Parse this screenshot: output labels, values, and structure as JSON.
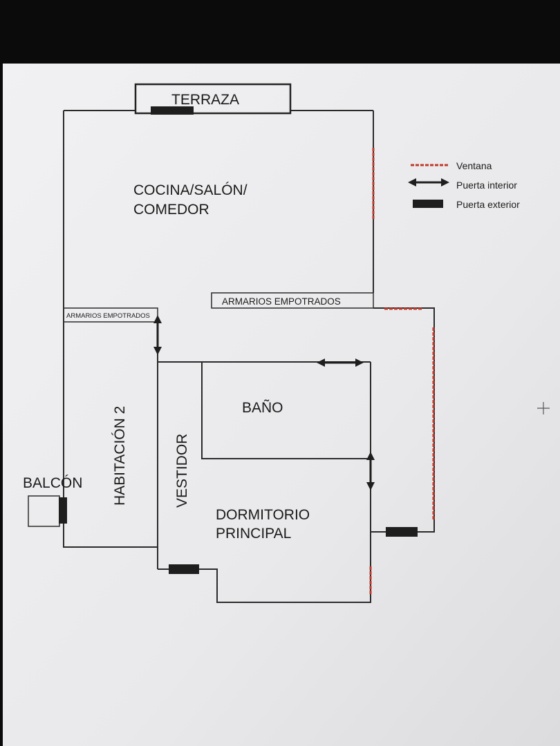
{
  "labels": {
    "terraza": "TERRAZA",
    "cocina_line1": "COCINA/SALÓN/",
    "cocina_line2": "COMEDOR",
    "armarios_large": "ARMARIOS EMPOTRADOS",
    "armarios_small": "ARMARIOS EMPOTRADOS",
    "bano": "BAÑO",
    "habitacion2": "HABITACIÓN 2",
    "vestidor": "VESTIDOR",
    "balcon": "BALCÓN",
    "dormitorio_line1": "DORMITORIO",
    "dormitorio_line2": "PRINCIPAL"
  },
  "legend": {
    "ventana": "Ventana",
    "puerta_interior": "Puerta interior",
    "puerta_exterior": "Puerta exterior"
  },
  "colors": {
    "window": "#c0392b",
    "wall": "#2a2a2a",
    "door": "#1e1e1e",
    "paper": "#ebebec"
  }
}
